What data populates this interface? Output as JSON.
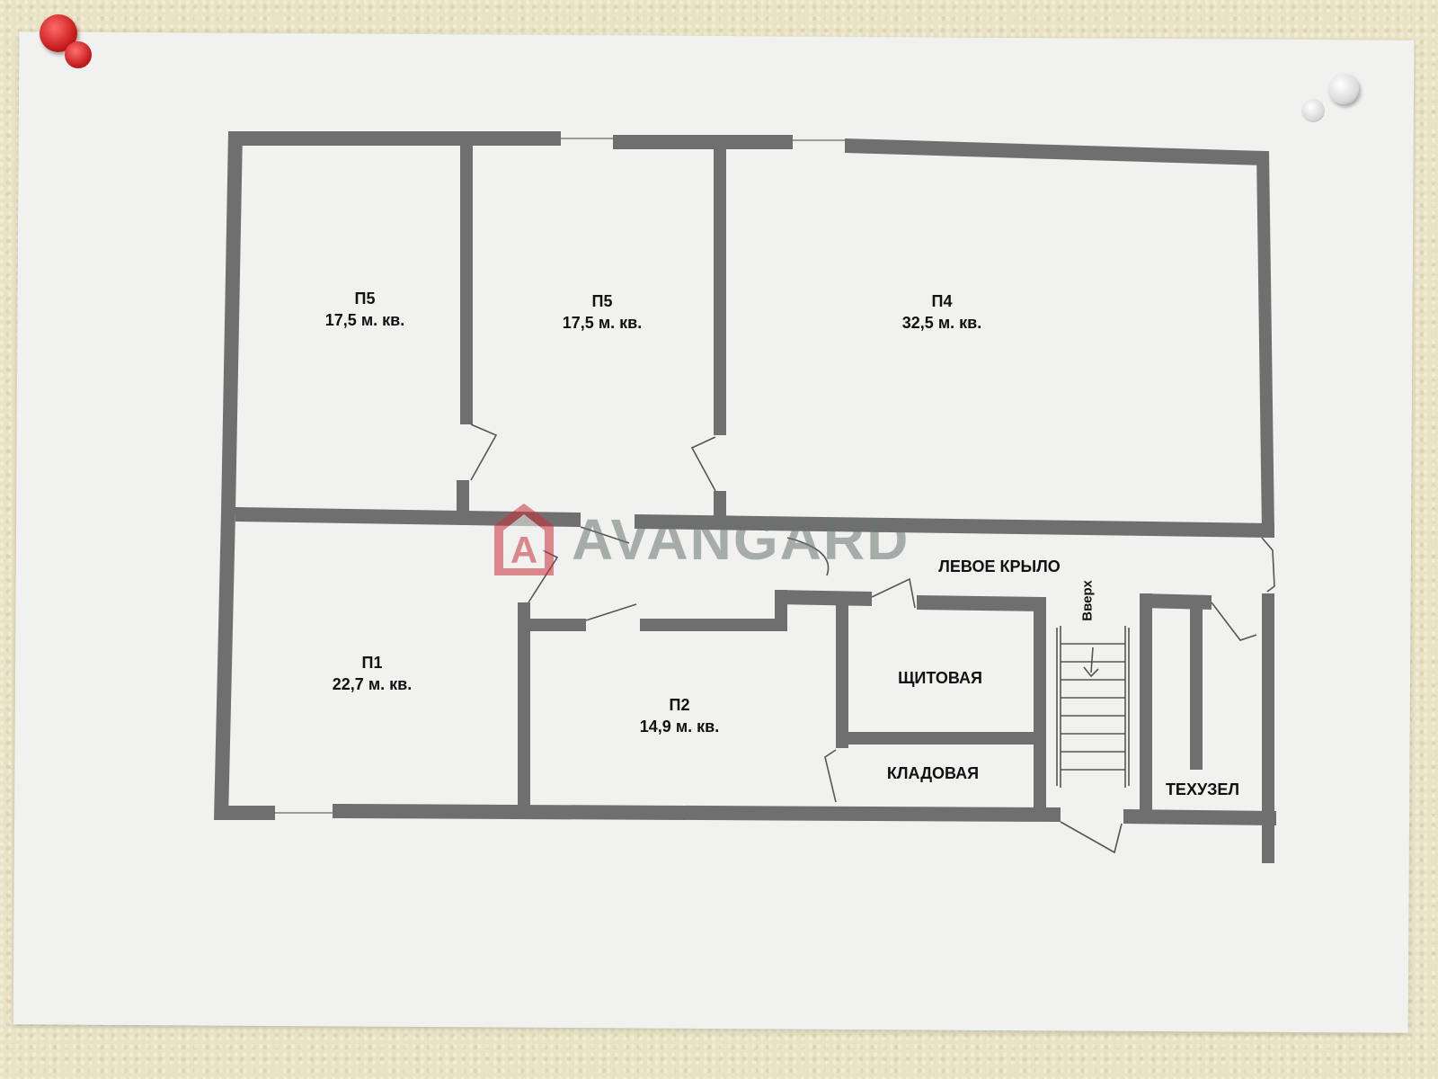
{
  "plan": {
    "rooms": [
      {
        "id": "p5a",
        "name": "П5",
        "area": "17,5 м. кв."
      },
      {
        "id": "p5b",
        "name": "П5",
        "area": "17,5 м. кв."
      },
      {
        "id": "p4",
        "name": "П4",
        "area": "32,5 м. кв."
      },
      {
        "id": "p1",
        "name": "П1",
        "area": "22,7 м. кв."
      },
      {
        "id": "p2",
        "name": "П2",
        "area": "14,9 м. кв."
      }
    ],
    "labels": {
      "switch_room": "ЩИТОВАЯ",
      "storage": "КЛАДОВАЯ",
      "utility": "ТЕХУЗЕЛ",
      "left_wing": "ЛЕВОЕ КРЫЛО",
      "stairs_up": "Вверх"
    }
  },
  "watermark": {
    "text": "AVANGARD",
    "logo_letter": "A",
    "logo_color": "#c8323a"
  },
  "colors": {
    "wall": "#6f6f6f",
    "paper": "#f1f1ef",
    "wall_bg": "#e9e2c4"
  }
}
